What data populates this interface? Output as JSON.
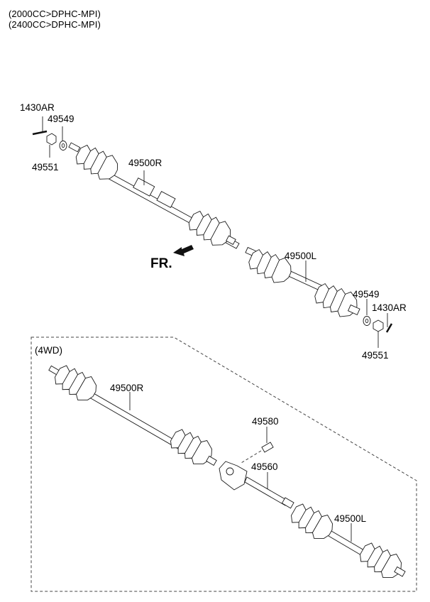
{
  "header": {
    "line1": "(2000CC>DPHC-MPI)",
    "line2": "(2400CC>DPHC-MPI)"
  },
  "labels": {
    "pin_top": "1430AR",
    "washer_top": "49549",
    "nut_top": "49551",
    "shaft_right_top": "49500R",
    "shaft_left_top": "49500L",
    "washer_right": "49549",
    "pin_right": "1430AR",
    "nut_right": "49551",
    "front": "FR.",
    "awd_box": "(4WD)",
    "shaft_right_4wd": "49500R",
    "bolt_4wd": "49580",
    "bearing_4wd": "49560",
    "shaft_left_4wd": "49500L"
  }
}
